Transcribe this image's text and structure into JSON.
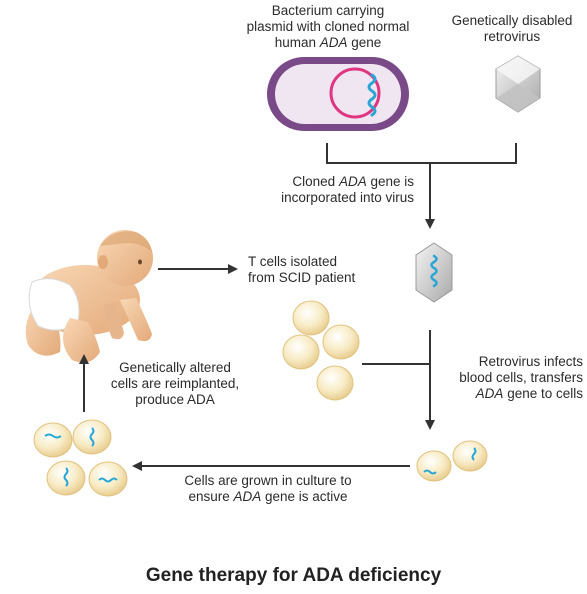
{
  "labels": {
    "bacterium": {
      "line1": "Bacterium carrying",
      "line2": "plasmid with cloned normal",
      "line3_pre": "human ",
      "line3_ital": "ADA",
      "line3_post": " gene"
    },
    "retrovirus": {
      "line1": "Genetically disabled",
      "line2": "retrovirus"
    },
    "cloned": {
      "line1_pre": "Cloned ",
      "line1_ital": "ADA",
      "line1_post": " gene is",
      "line2": "incorporated into virus"
    },
    "tcells": {
      "line1": "T cells isolated",
      "line2": "from SCID patient"
    },
    "infects": {
      "line1": "Retrovirus infects",
      "line2": "blood cells, transfers",
      "line3_ital": "ADA",
      "line3_post": " gene to cells"
    },
    "grown": {
      "line1": "Cells are grown in culture to",
      "line2_pre": "ensure ",
      "line2_ital": "ADA",
      "line2_post": " gene is active"
    },
    "reimplanted": {
      "line1": "Genetically altered",
      "line2": "cells are reimplanted,",
      "line3": "produce ADA"
    }
  },
  "caption": "Gene therapy for ADA deficiency",
  "colors": {
    "bacterium_body": "#7a4a88",
    "bacterium_inner": "#efe6f2",
    "plasmid": "#e0357f",
    "gene": "#2aa6d6",
    "cell_fill": "#f3dfa8",
    "cell_edge": "#e1c27e",
    "virus": "#c9c9c9",
    "skin": "#f0c49c",
    "diaper": "#ffffff",
    "arrow": "#333333"
  }
}
